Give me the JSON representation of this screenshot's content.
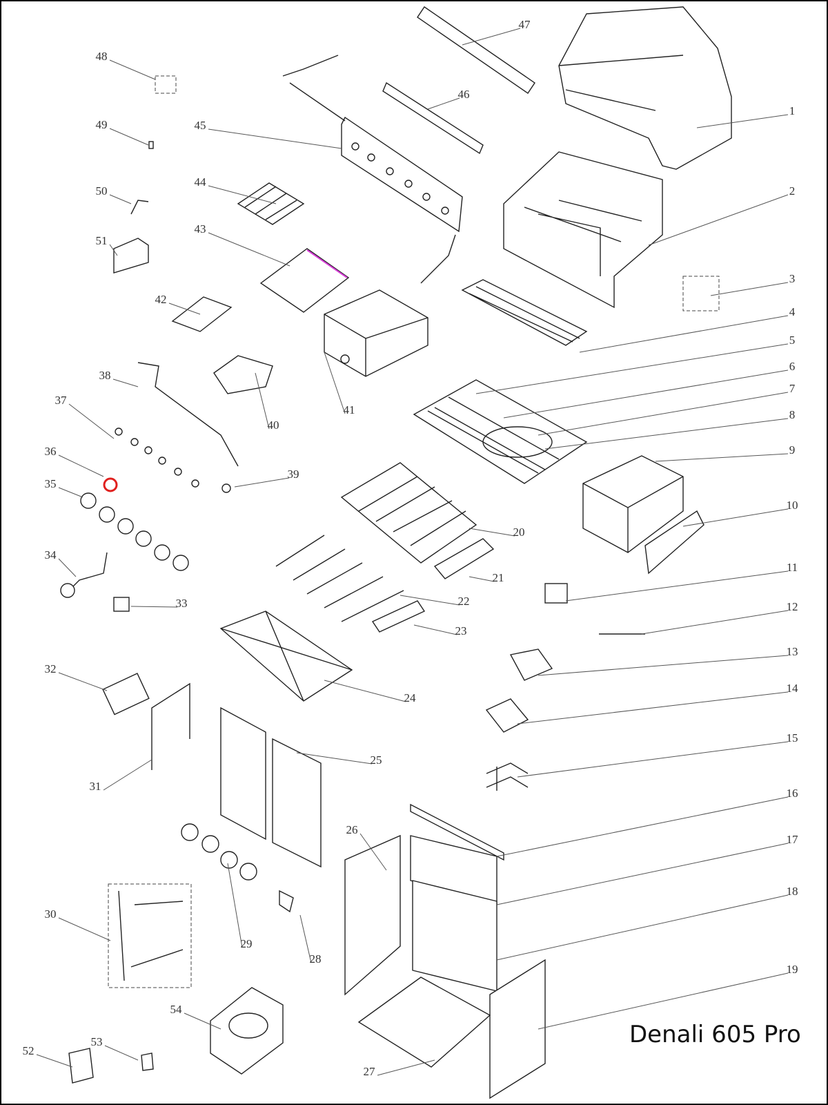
{
  "diagram": {
    "title": "Denali 605 Pro",
    "part_numbers": [
      "1",
      "2",
      "3",
      "4",
      "5",
      "6",
      "7",
      "8",
      "9",
      "10",
      "11",
      "12",
      "13",
      "14",
      "15",
      "16",
      "17",
      "18",
      "19",
      "20",
      "21",
      "22",
      "23",
      "24",
      "25",
      "26",
      "27",
      "28",
      "29",
      "30",
      "31",
      "32",
      "33",
      "34",
      "35",
      "36",
      "37",
      "38",
      "39",
      "40",
      "41",
      "42",
      "43",
      "44",
      "45",
      "46",
      "47",
      "48",
      "49",
      "50",
      "51",
      "52",
      "53",
      "54"
    ],
    "highlight_color": "#e0201e",
    "accent_color": "#d63cd6"
  }
}
